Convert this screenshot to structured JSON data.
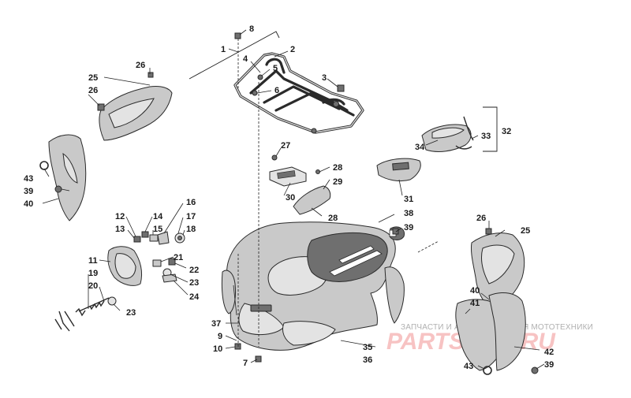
{
  "callouts": [
    "1",
    "2",
    "3",
    "4",
    "5",
    "6",
    "7",
    "8",
    "9",
    "10",
    "11",
    "12",
    "13",
    "14",
    "15",
    "16",
    "17",
    "18",
    "19",
    "20",
    "21",
    "22",
    "23",
    "23",
    "24",
    "25",
    "25",
    "26",
    "26",
    "26",
    "27",
    "28",
    "28",
    "29",
    "30",
    "31",
    "32",
    "33",
    "34",
    "35",
    "36",
    "37",
    "38",
    "39",
    "39",
    "39",
    "40",
    "40",
    "41",
    "42",
    "43",
    "43"
  ],
  "watermark": {
    "line1": "ЗАПЧАСТИ И АКСЕССУАРЫ ДЛЯ МОТОТЕХНИКИ",
    "line2": "PARTSFOR.RU"
  },
  "colors": {
    "part_fill": "#c9c9c9",
    "outline": "#2a2a2a",
    "dark_accent": "#2b2b2b",
    "watermark_red": "#f7c3c3"
  }
}
